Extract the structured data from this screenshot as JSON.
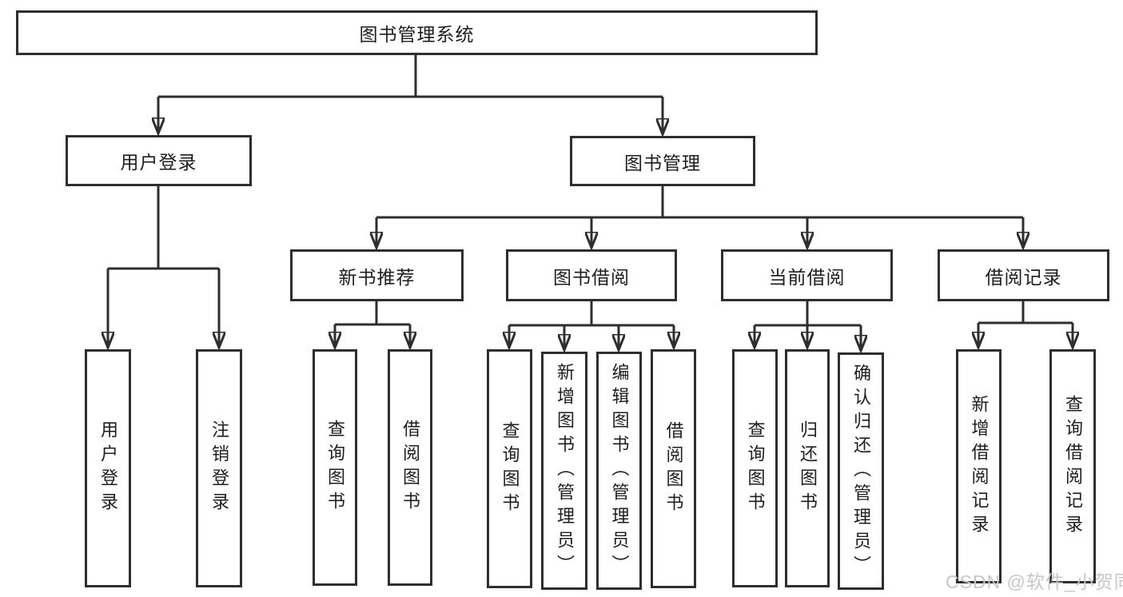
{
  "diagram": {
    "root": "图书管理系统",
    "level2": {
      "user_login": "用户登录",
      "book_management": "图书管理"
    },
    "modules": [
      "新书推荐",
      "图书借阅",
      "当前借阅",
      "借阅记录"
    ],
    "user_login_children": [
      "用户登录",
      "注销登录"
    ],
    "new_book_children": [
      "查询图书",
      "借阅图书"
    ],
    "book_borrow_children": [
      "查询图书",
      "新增图书（管理员）",
      "编辑图书（管理员）",
      "借阅图书"
    ],
    "current_borrow_children": [
      "查询图书",
      "归还图书",
      "确认归还（管理员）"
    ],
    "borrow_record_children": [
      "新增借阅记录",
      "查询借阅记录"
    ]
  },
  "watermark": "CSDN @软件_小贺同学",
  "colors": {
    "line": "#2e2e2e",
    "text": "#1e1e1e",
    "watermark": "#c7c7c7"
  }
}
